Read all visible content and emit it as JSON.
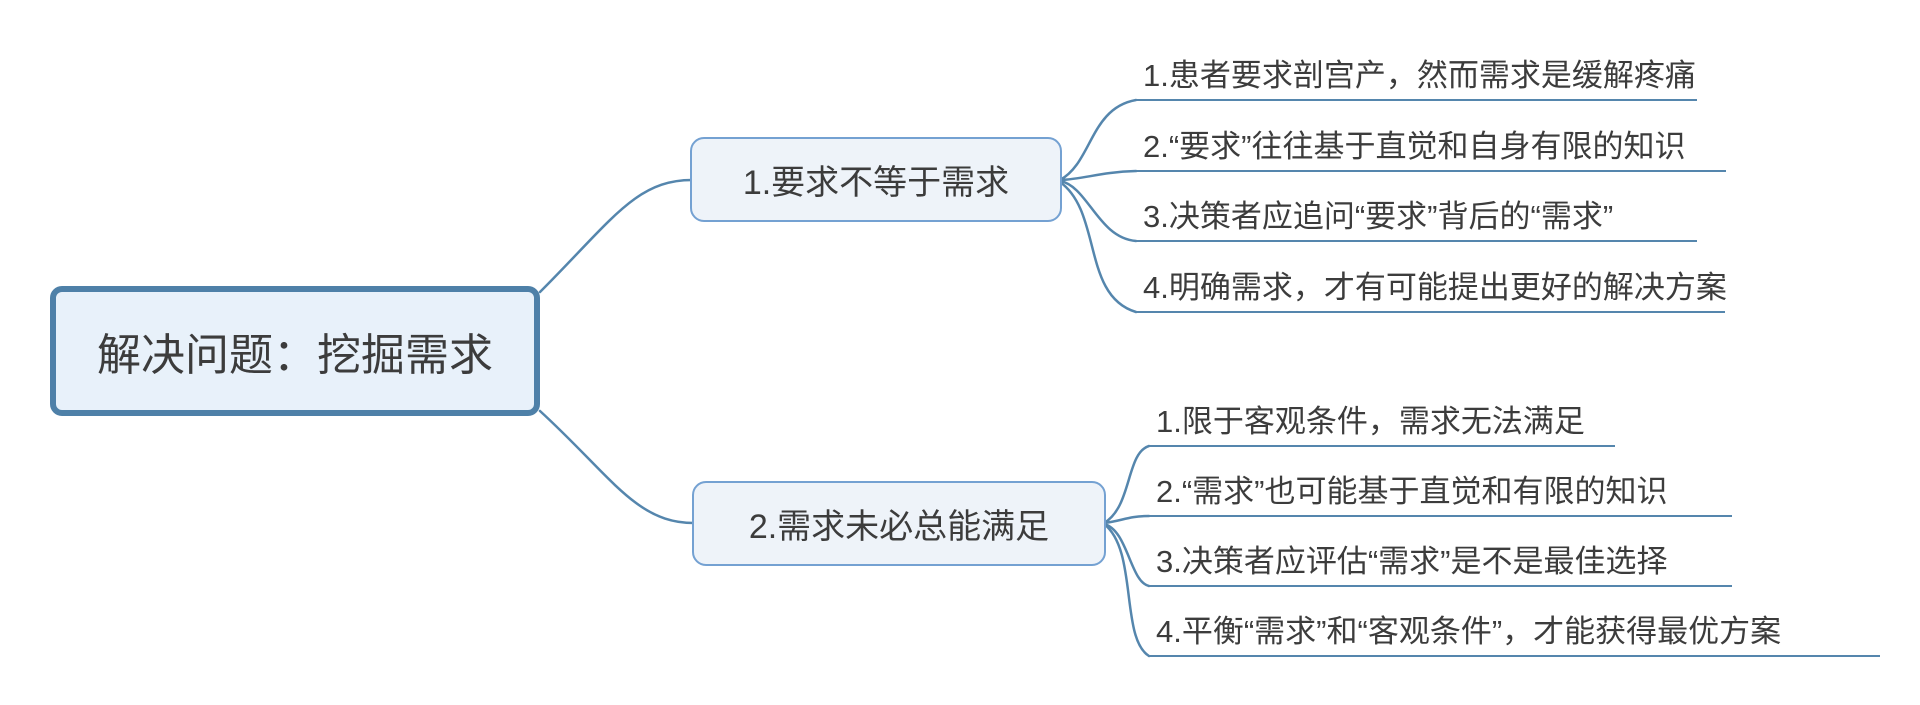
{
  "diagram": {
    "type": "mindmap",
    "root": {
      "label": "解决问题：挖掘需求"
    },
    "branches": [
      {
        "label": "1.要求不等于需求",
        "children": [
          "1.患者要求剖宫产，然而需求是缓解疼痛",
          "2.“要求”往往基于直觉和自身有限的知识",
          "3.决策者应追问“要求”背后的“需求”",
          "4.明确需求，才有可能提出更好的解决方案"
        ]
      },
      {
        "label": "2.需求未必总能满足",
        "children": [
          "1.限于客观条件，需求无法满足",
          "2.“需求”也可能基于直觉和有限的知识",
          "3.决策者应评估“需求”是不是最佳选择",
          "4.平衡“需求”和“客观条件”，才能获得最优方案"
        ]
      }
    ],
    "colors": {
      "root_border": "#4e80a8",
      "root_fill": "#e8f1fa",
      "branch_border": "#74a1d2",
      "branch_fill": "#eef3f9",
      "connector": "#5586ad",
      "text": "#3c3c3c"
    }
  }
}
